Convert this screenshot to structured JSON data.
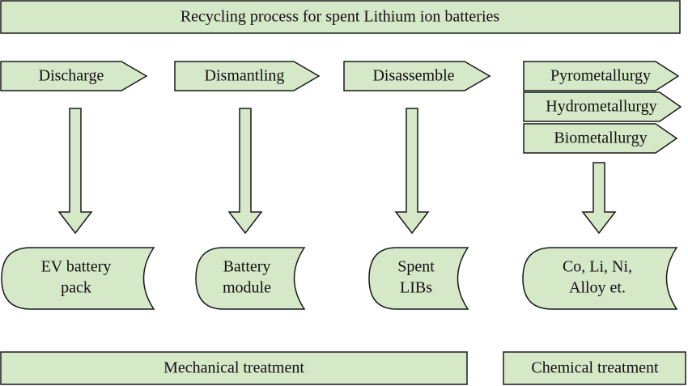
{
  "title": "Recycling process for spent Lithium ion batteries",
  "mechanical_steps": [
    "Discharge",
    "Dismantling",
    "Disassemble"
  ],
  "chemical_methods": [
    "Pyrometallurgy",
    "Hydrometallurgy",
    "Biometallurgy"
  ],
  "outputs": [
    {
      "line1": "EV battery",
      "line2": "pack"
    },
    {
      "line1": "Battery",
      "line2": "module"
    },
    {
      "line1": "Spent",
      "line2": "LIBs"
    },
    {
      "line1": "Co, Li, Ni,",
      "line2": "Alloy et."
    }
  ],
  "footer": {
    "mechanical": "Mechanical treatment",
    "chemical": "Chemical treatment"
  },
  "colors": {
    "fill": "#d5e8c8",
    "stroke": "#1a1a1a"
  }
}
